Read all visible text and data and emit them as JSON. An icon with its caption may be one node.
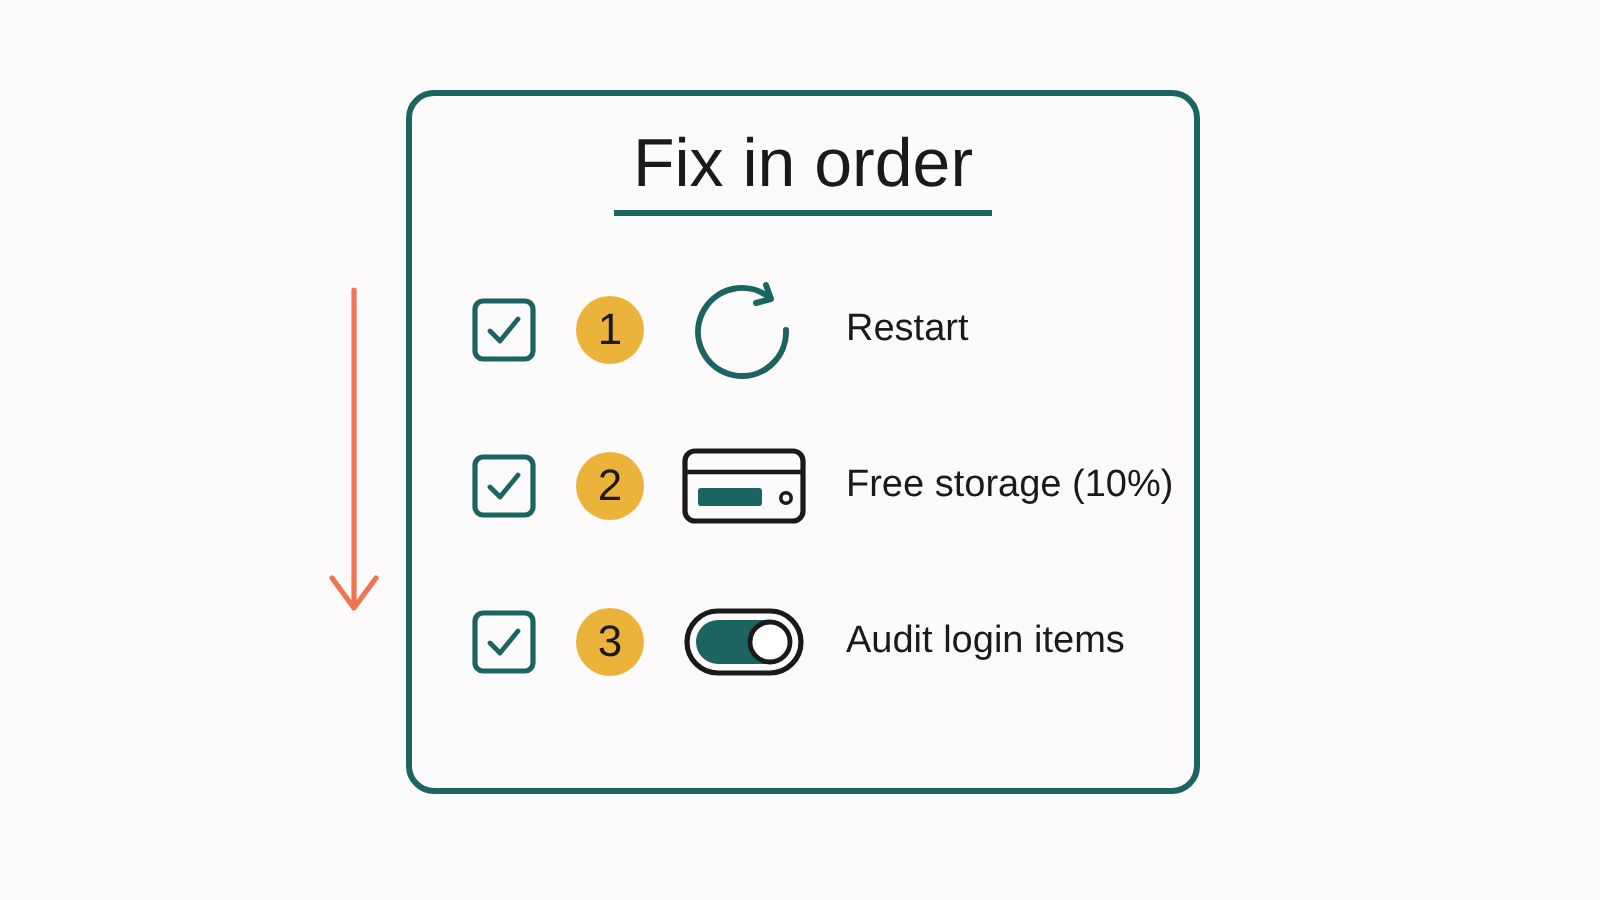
{
  "diagram": {
    "nodes": [
      {
        "text": [
          "Fix in order"
        ]
      },
      {
        "text": [
          "1"
        ],
        "in": 0
      },
      {
        "text": [
          "2"
        ],
        "in": 0
      },
      {
        "text": [
          "3"
        ],
        "in": 0
      }
    ],
    "labels": [
      "Restart",
      "Free storage (10%)",
      "Audit login items"
    ]
  }
}
